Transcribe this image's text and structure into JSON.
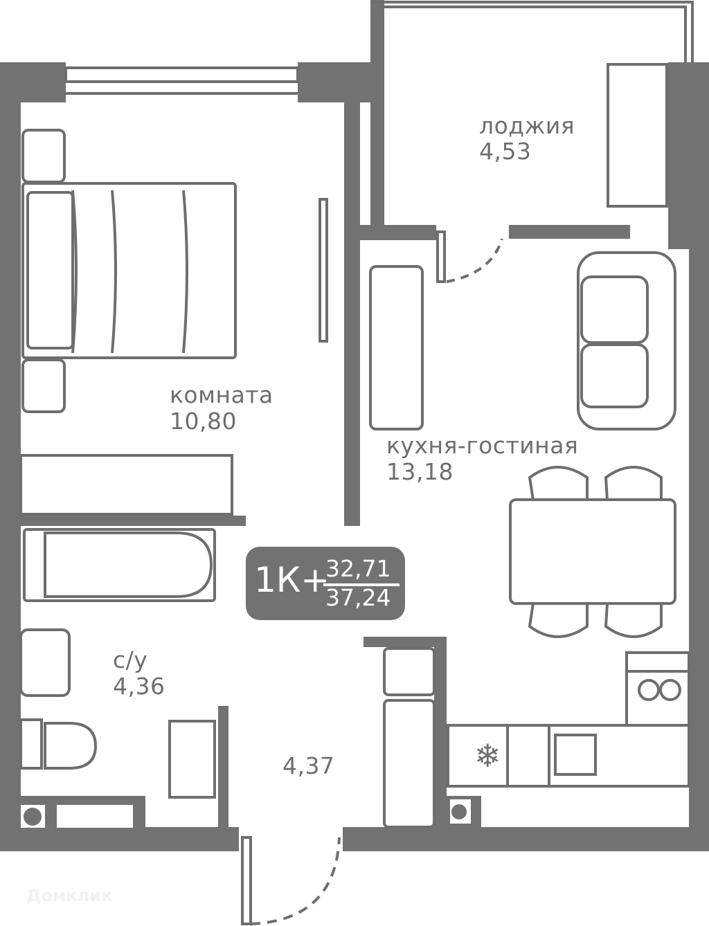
{
  "rooms": {
    "loggia": {
      "name": "лоджия",
      "area": "4,53"
    },
    "room": {
      "name": "комната",
      "area": "10,80"
    },
    "kitchen": {
      "name": "кухня-гостиная",
      "area": "13,18"
    },
    "bathroom": {
      "name": "с/у",
      "area": "4,36"
    },
    "hall": {
      "area": "4,37"
    }
  },
  "badge": {
    "type": "1К+",
    "living_area": "32,71",
    "total_area": "37,24"
  },
  "watermark": "Домклик",
  "colors": {
    "wall": "#727272",
    "badge": "#727272",
    "line": "#6e6e6e"
  }
}
